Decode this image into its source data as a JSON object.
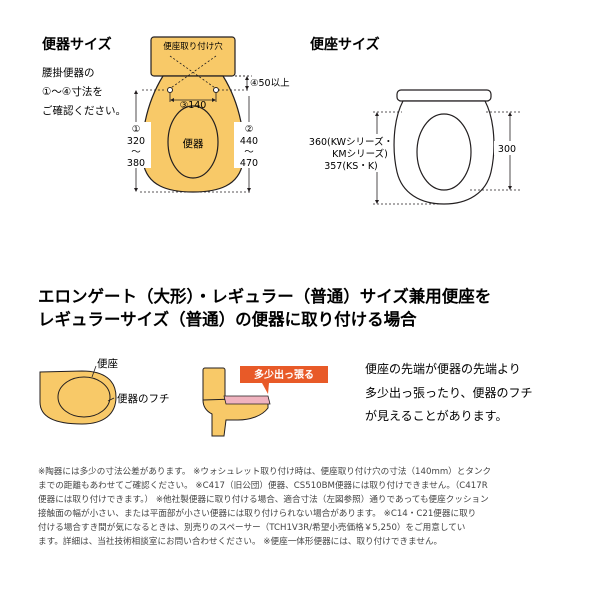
{
  "colors": {
    "bowl_fill": "#f8c968",
    "bowl_stroke": "#231f20",
    "accent": "#e85a28",
    "seat_pink": "#f0b3bf",
    "text": "#231f20"
  },
  "toilet_size": {
    "title": "便器サイズ",
    "desc_lines": [
      "腰掛便器の",
      "①～④寸法を",
      "ご確認ください。"
    ],
    "label_tank_hole": "便座取り付け穴",
    "label_bowl": "便器",
    "dim3": "③140",
    "dim4": "④50以上",
    "dim1_lines": [
      "①",
      "320",
      "～",
      "380"
    ],
    "dim2_lines": [
      "②",
      "440",
      "～",
      "470"
    ]
  },
  "seat_size": {
    "title": "便座サイズ",
    "left_lines": [
      "360(KWシリーズ・",
      "KMシリーズ)",
      "357(KS・K)"
    ],
    "right": "300"
  },
  "heading_lines": [
    "エロンゲート（大形）・レギュラー（普通）サイズ兼用便座を",
    "レギュラーサイズ（普通）の便器に取り付ける場合"
  ],
  "illustration": {
    "label_seat": "便座",
    "label_rim": "便器のフチ",
    "callout": "多少出っ張る"
  },
  "explanation_lines": [
    "便座の先端が便器の先端より",
    "多少出っ張ったり、便器のフチ",
    "が見えることがあります。"
  ],
  "notes_lines": [
    "※陶器には多少の寸法公差があります。 ※ウォシュレット取り付け時は、便座取り付け穴の寸法（140mm）とタンク",
    "までの距離もあわせてご確認ください。 ※C417（旧公団）便器、CS510BM便器には取り付けできません。（C417R",
    "便器には取り付けできます。） ※他社製便器に取り付ける場合、適合寸法（左図参照）通りであっても便座クッション",
    "接触面の幅が小さい、または平面部が小さい便器には取り付けられない場合があります。 ※C14・C21便器に取り",
    "付ける場合すき間が気になるときは、別売りのスペーサー（TCH1V3R/希望小売価格￥5,250）をご用意してい",
    "ます。詳細は、当社技術相談室にお問い合わせください。 ※便座一体形便器には、取り付けできません。"
  ]
}
